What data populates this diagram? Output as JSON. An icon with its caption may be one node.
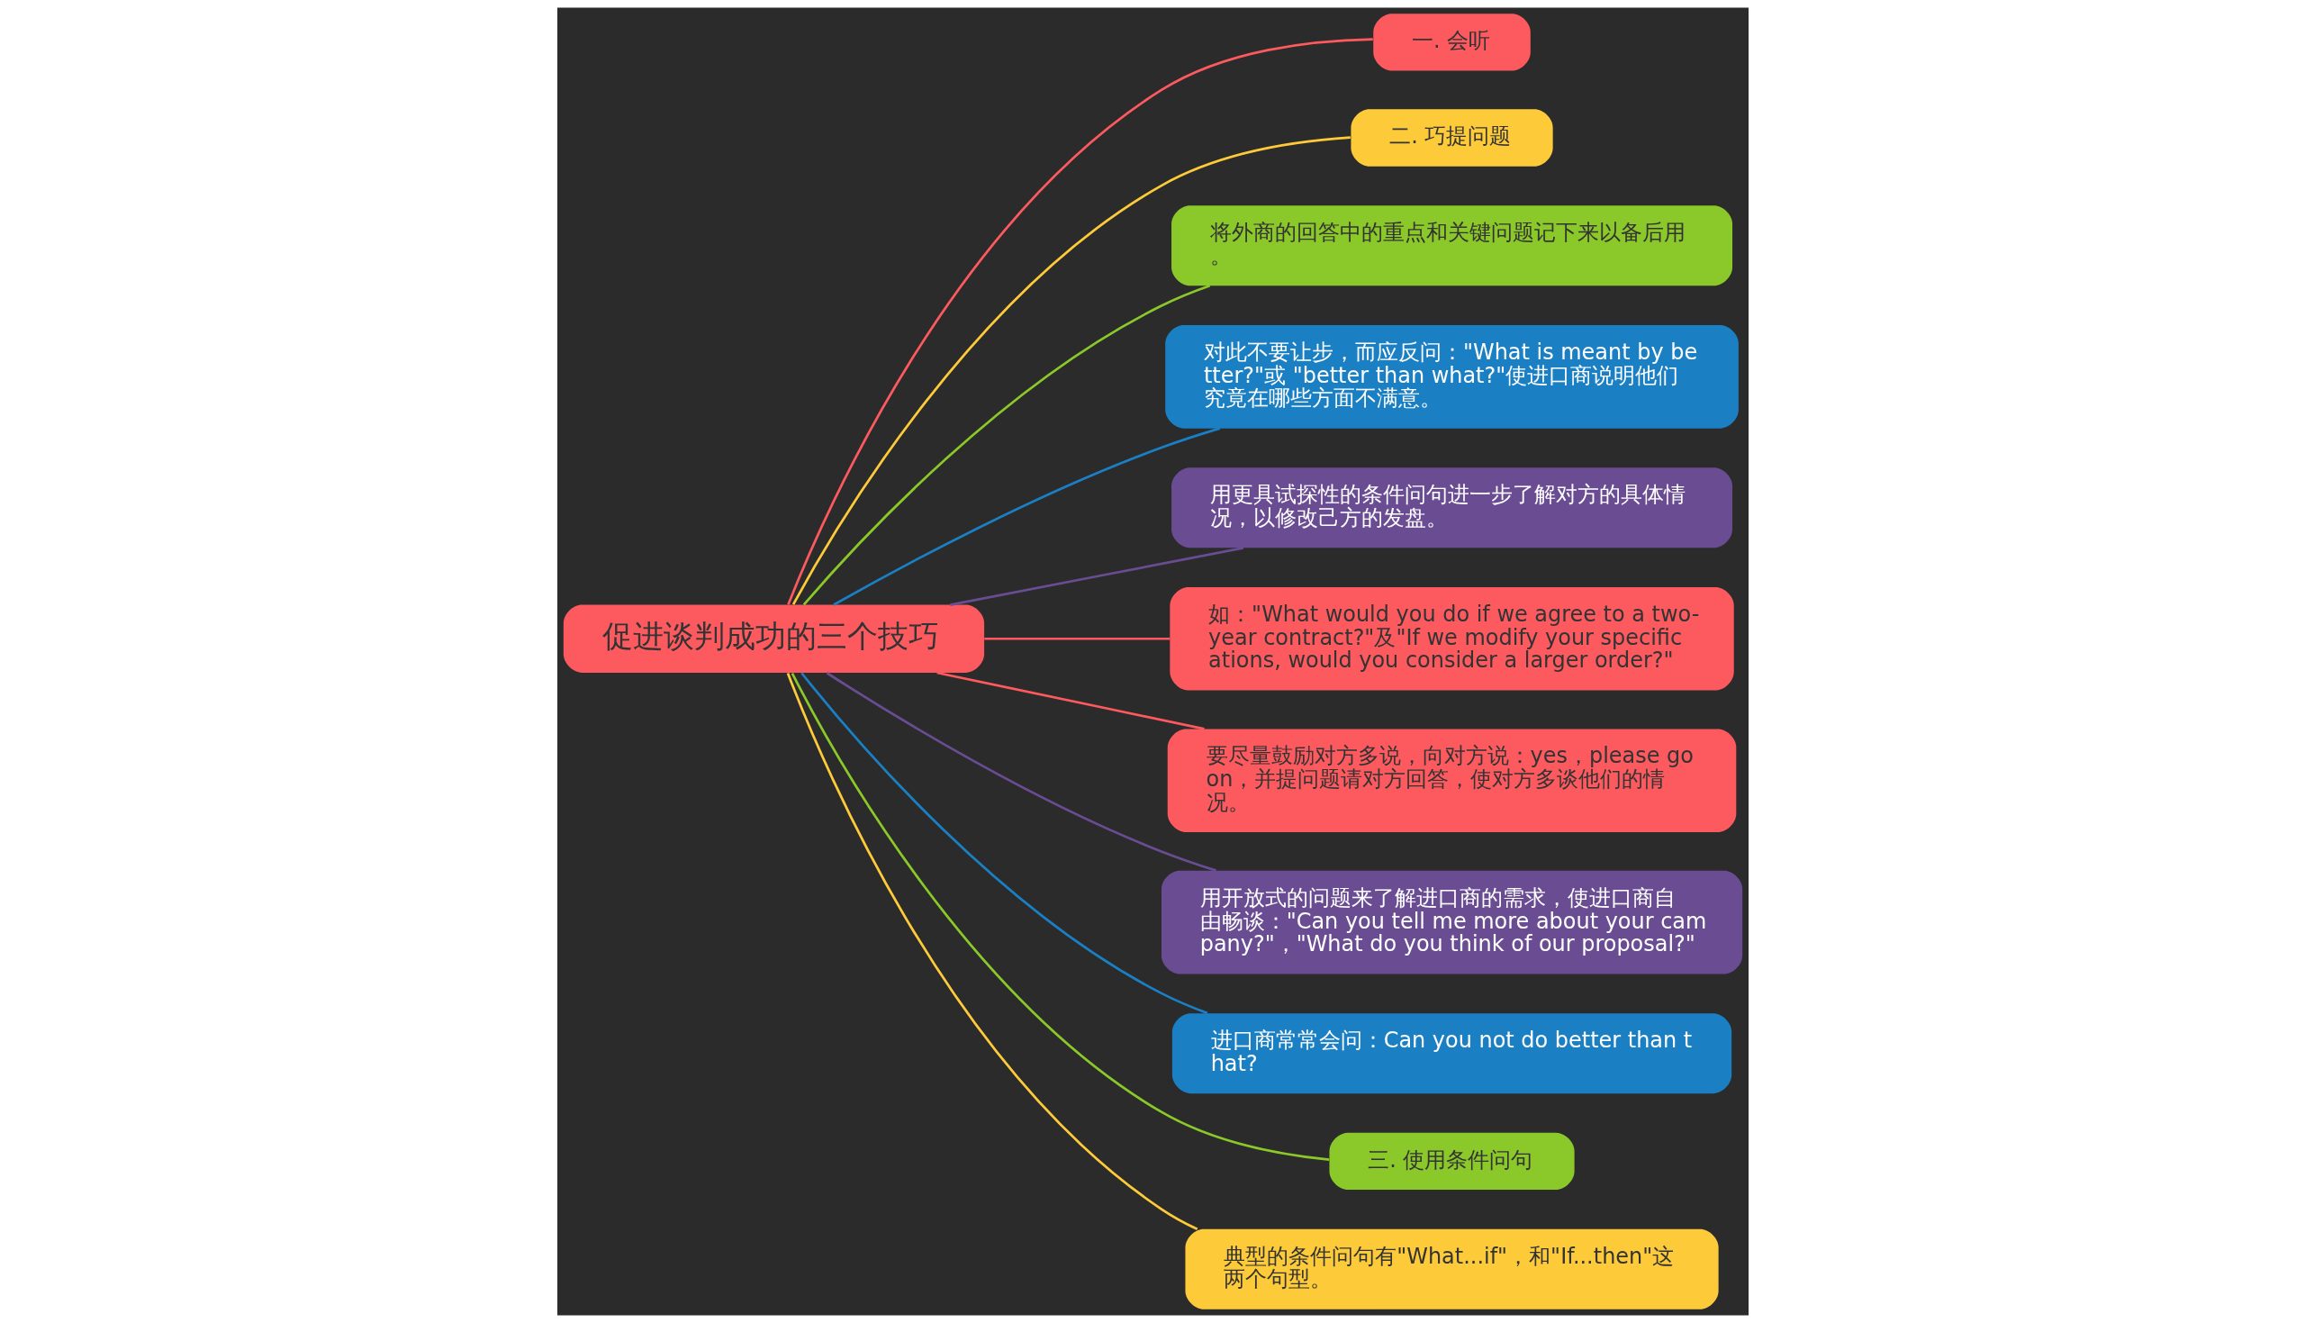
{
  "diagram": {
    "nodes": [
      {
        "text": [
          "促进谈判成功的三个技巧"
        ]
      },
      {
        "text": [
          "一. 会听"
        ]
      },
      {
        "text": [
          "二. 巧提问题"
        ]
      },
      {
        "text": [
          "将外商的回答中的重点和关键问题记下来以备后用。"
        ]
      },
      {
        "text": [
          "对此不要让步，而应反问：\"What is meant by better?\"或 \"better than what?\"使进口商说明他们究竟在哪些方面不满意。"
        ]
      },
      {
        "text": [
          "用更具试探性的条件问句进一步了解对方的具体情况，以修改己方的发盘。"
        ]
      },
      {
        "text": [
          "如：\"What would you do if we agree to a two-year contract?\"及\"If we modify your specifications, would you consider a larger order?\""
        ]
      },
      {
        "text": [
          "要尽量鼓励对方多说，向对方说：yes，please go on，并提问题请对方回答，使对方多谈他们的情况。"
        ]
      },
      {
        "text": [
          "用开放式的问题来了解进口商的需求，使进口商自由畅谈：\"Can you tell me more about your campany?\"，\"What do you think of our proposal?\""
        ]
      },
      {
        "text": [
          "进口商常常会问：Can you not do better than that?"
        ]
      },
      {
        "text": [
          "三. 使用条件问句"
        ]
      },
      {
        "text": [
          "典型的条件问句有\"What...if\"，和\"If...then\"这两个句型。"
        ]
      }
    ],
    "edges": [
      {
        "from": 0,
        "to": 1,
        "arrow": "none",
        "color": "#fc5a5f"
      },
      {
        "from": 0,
        "to": 2,
        "arrow": "none",
        "color": "#fdcb3a"
      },
      {
        "from": 0,
        "to": 3,
        "arrow": "none",
        "color": "#8bc82a"
      },
      {
        "from": 0,
        "to": 4,
        "arrow": "none",
        "color": "#1b7fc4"
      },
      {
        "from": 0,
        "to": 5,
        "arrow": "none",
        "color": "#6a4c93"
      },
      {
        "from": 0,
        "to": 6,
        "arrow": "none",
        "color": "#fc5a5f"
      },
      {
        "from": 0,
        "to": 7,
        "arrow": "none",
        "color": "#fc5a5f"
      },
      {
        "from": 0,
        "to": 8,
        "arrow": "none",
        "color": "#6a4c93"
      },
      {
        "from": 0,
        "to": 9,
        "arrow": "none",
        "color": "#1b7fc4"
      },
      {
        "from": 0,
        "to": 10,
        "arrow": "none",
        "color": "#8bc82a"
      },
      {
        "from": 0,
        "to": 11,
        "arrow": "none",
        "color": "#fdcb3a"
      }
    ]
  }
}
